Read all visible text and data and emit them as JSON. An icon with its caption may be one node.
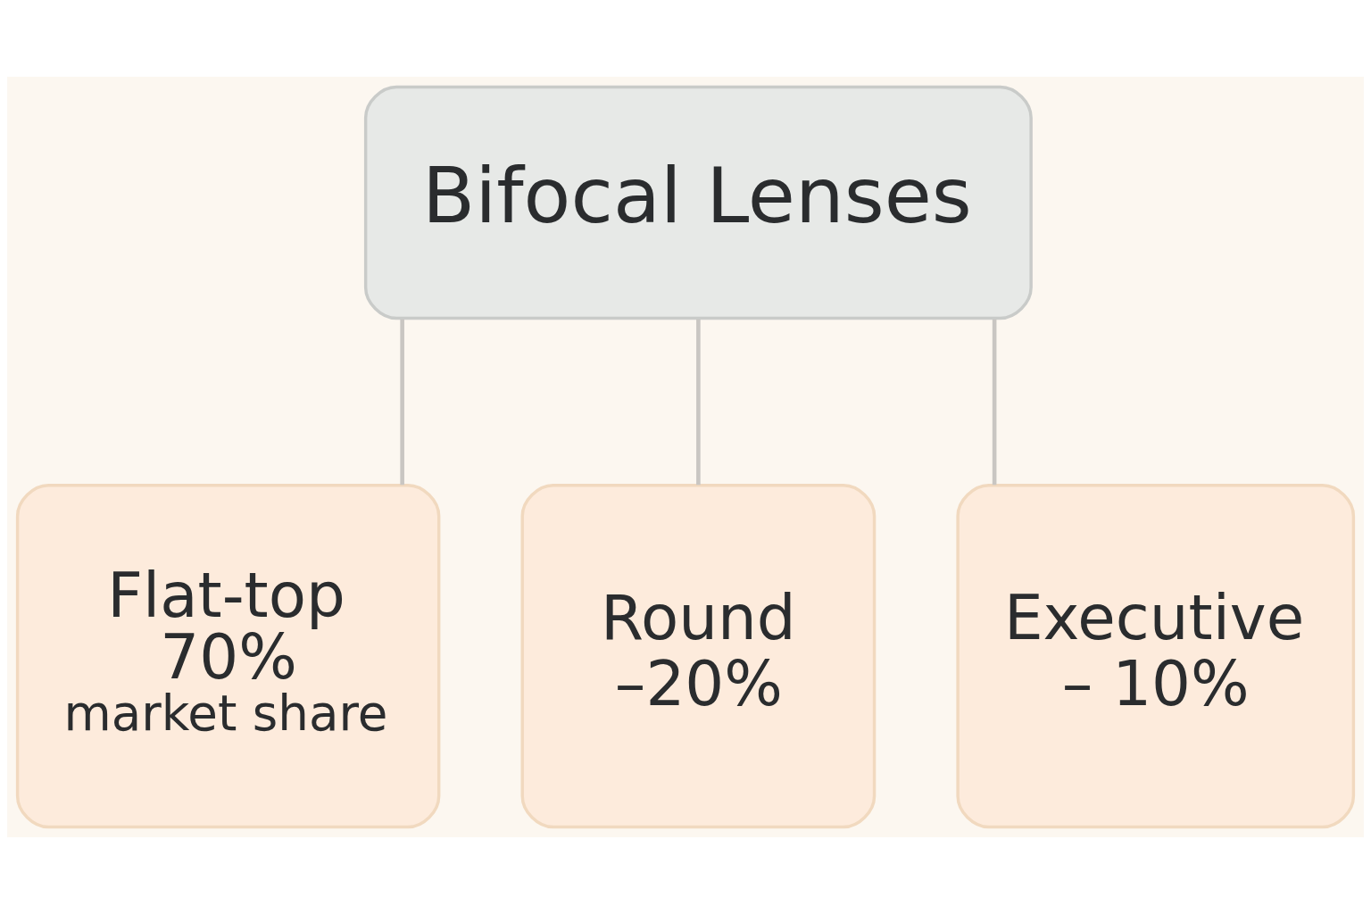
{
  "diagram": {
    "nodes": [
      {
        "text": [
          "Bifocal Lenses"
        ]
      },
      {
        "text": [
          "Flat-top",
          "70%",
          "market share"
        ]
      },
      {
        "text": [
          "Round",
          "–20%"
        ]
      },
      {
        "text": [
          "Executive",
          "– 10%"
        ]
      }
    ],
    "edges": [
      {
        "from": 0,
        "to": 1,
        "arrow": "none"
      },
      {
        "from": 0,
        "to": 2,
        "arrow": "none"
      },
      {
        "from": 0,
        "to": 3,
        "arrow": "none"
      }
    ]
  }
}
